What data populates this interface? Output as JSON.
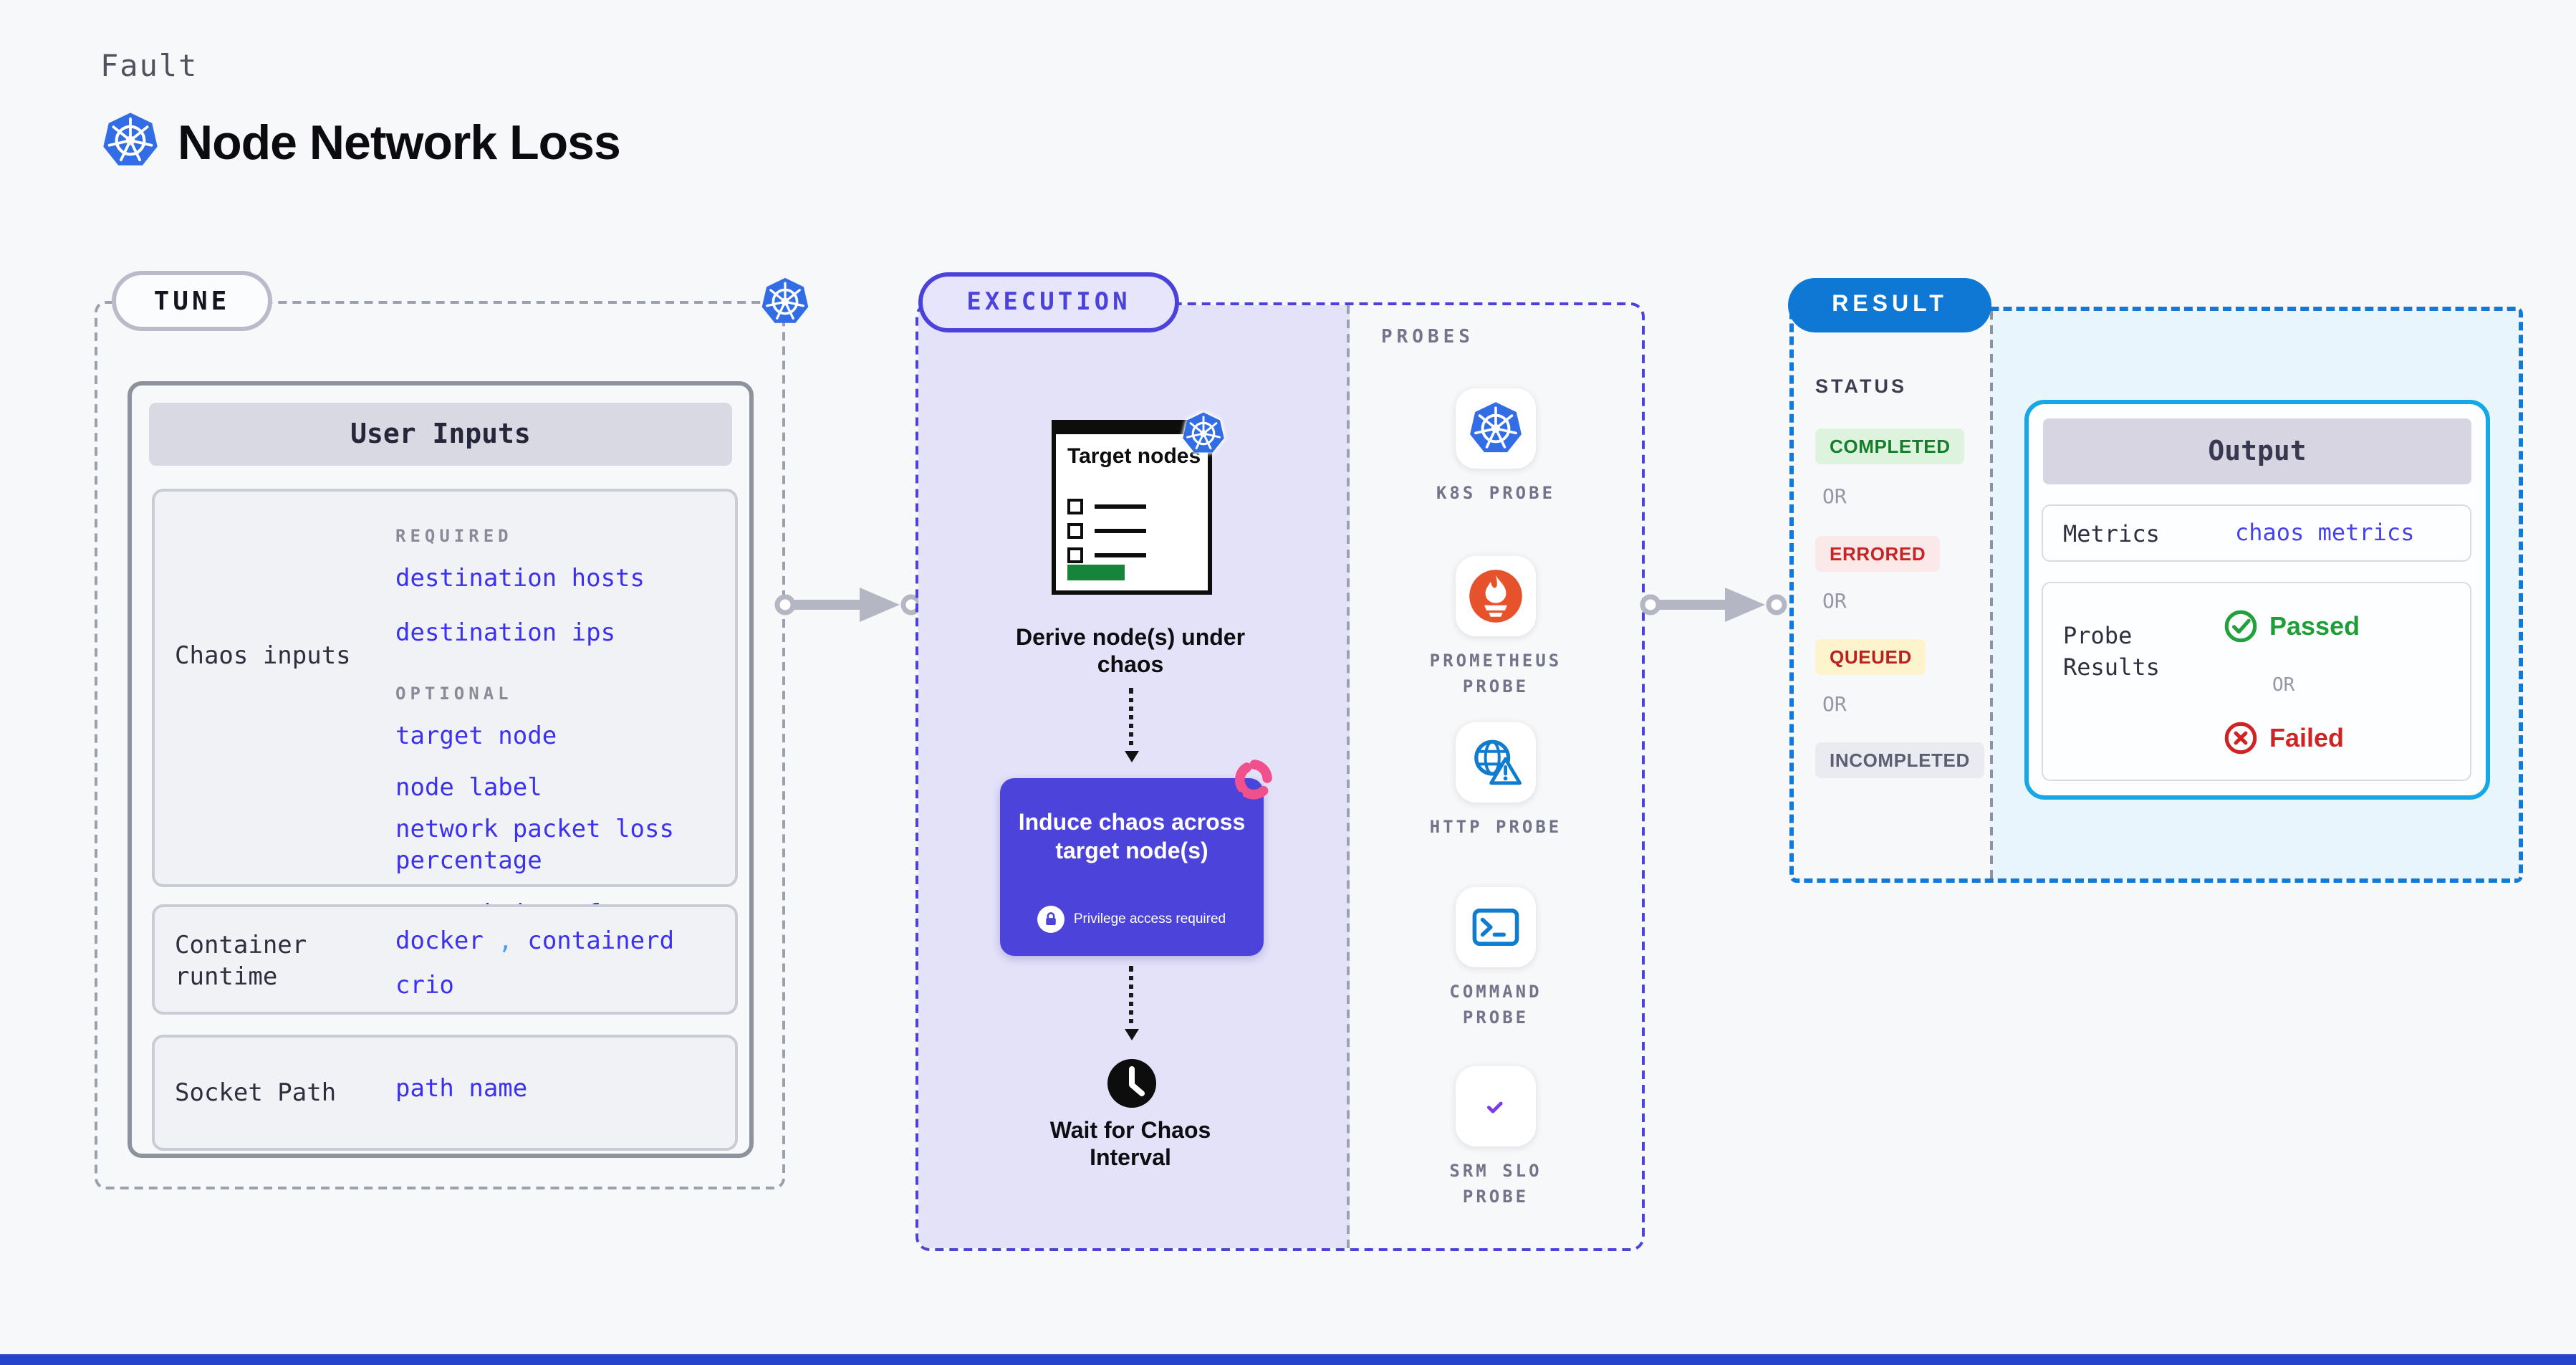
{
  "header": {
    "eyebrow": "Fault",
    "title": "Node Network Loss"
  },
  "tune": {
    "badge": "TUNE",
    "user_inputs": {
      "title": "User Inputs",
      "chaos_row": {
        "label": "Chaos inputs",
        "required": {
          "heading": "REQUIRED",
          "items": [
            "destination hosts",
            "destination ips"
          ]
        },
        "optional": {
          "heading": "OPTIONAL",
          "items": [
            "target node",
            "node label",
            "network packet loss percentage",
            "network interface"
          ]
        }
      },
      "runtime_row": {
        "label": "Container runtime",
        "values": [
          "docker",
          "containerd",
          "crio"
        ],
        "separator": ","
      },
      "socket_row": {
        "label": "Socket Path",
        "value": "path name"
      }
    }
  },
  "execution": {
    "badge": "EXECUTION",
    "target_card": {
      "title": "Target nodes"
    },
    "derive_label": "Derive node(s) under chaos",
    "induce": {
      "title": "Induce chaos across target node(s)",
      "note": "Privilege access required"
    },
    "wait_label": "Wait for Chaos Interval"
  },
  "probes": {
    "heading": "PROBES",
    "items": [
      {
        "icon": "kubernetes-icon",
        "label": "K8S PROBE"
      },
      {
        "icon": "prometheus-icon",
        "label": "PROMETHEUS PROBE"
      },
      {
        "icon": "http-globe-warning-icon",
        "label": "HTTP PROBE"
      },
      {
        "icon": "terminal-icon",
        "label": "COMMAND PROBE"
      },
      {
        "icon": "slo-pie-check-icon",
        "label": "SRM SLO PROBE"
      }
    ]
  },
  "result": {
    "badge": "RESULT",
    "status": {
      "heading": "STATUS",
      "or": "OR",
      "badges": [
        {
          "label": "COMPLETED",
          "type": "success"
        },
        {
          "label": "ERRORED",
          "type": "error"
        },
        {
          "label": "QUEUED",
          "type": "warning"
        },
        {
          "label": "INCOMPLETED",
          "type": "neutral"
        }
      ]
    },
    "output": {
      "title": "Output",
      "metrics_label": "Metrics",
      "metrics_value": "chaos metrics",
      "probe_results_label": "Probe Results",
      "passed": "Passed",
      "or": "OR",
      "failed": "Failed"
    }
  },
  "colors": {
    "kubernetes_blue": "#326de6",
    "indigo_accent": "#4b43da",
    "result_blue": "#0f78d4",
    "output_border_cyan": "#16a7e6",
    "link_blue": "#3c31ee",
    "success_green": "#1f9e38",
    "error_red": "#d02424",
    "queued_bg_yellow": "#fdf3cd",
    "execution_bg_lavender": "#e4e2f8",
    "result_bg_lightblue": "#e8f5fc",
    "prometheus_orange": "#e6522c",
    "litmus_pink": "#f0508c"
  }
}
